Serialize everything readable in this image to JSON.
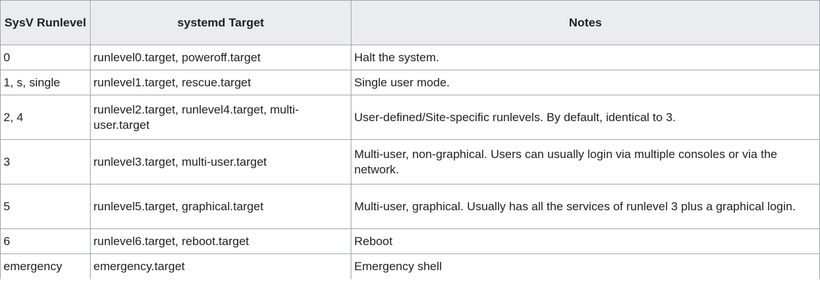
{
  "table": {
    "headers": [
      "SysV Runlevel",
      "systemd Target",
      "Notes"
    ],
    "rows": [
      [
        "0",
        "runlevel0.target, poweroff.target",
        "Halt the system."
      ],
      [
        "1, s, single",
        "runlevel1.target, rescue.target",
        "Single user mode."
      ],
      [
        "2, 4",
        "runlevel2.target, runlevel4.target, multi-user.target",
        "User-defined/Site-specific runlevels. By default, identical to 3."
      ],
      [
        "3",
        "runlevel3.target, multi-user.target",
        "Multi-user, non-graphical. Users can usually login via multiple consoles or via the network."
      ],
      [
        "5",
        "runlevel5.target, graphical.target",
        "Multi-user, graphical. Usually has all the services of runlevel 3 plus a graphical login."
      ],
      [
        "6",
        "runlevel6.target, reboot.target",
        "Reboot"
      ],
      [
        "emergency",
        "emergency.target",
        "Emergency shell"
      ]
    ]
  }
}
